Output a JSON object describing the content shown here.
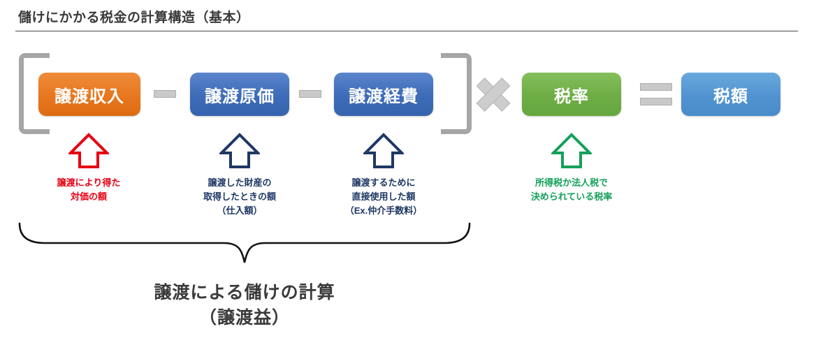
{
  "header": {
    "title": "儲けにかかる税金の計算構造（基本）"
  },
  "colors": {
    "orange": "#e8781f",
    "navy_blue": "#3e6cb8",
    "green": "#6fae46",
    "light_blue": "#5294d2",
    "gray_operator": "#c9c9c9",
    "bracket_gray": "#a6a6a6",
    "red_text": "#e60012",
    "navy_text": "#1f3864",
    "green_text": "#14a05a",
    "dark_text": "#3a3a3a"
  },
  "formula": {
    "boxes": [
      {
        "label": "譲渡収入",
        "color_key": "orange"
      },
      {
        "label": "譲渡原価",
        "color_key": "navy_blue"
      },
      {
        "label": "譲渡経費",
        "color_key": "navy_blue"
      },
      {
        "label": "税率",
        "color_key": "green"
      },
      {
        "label": "税額",
        "color_key": "light_blue"
      }
    ],
    "operators": {
      "minus1": "−",
      "minus2": "−",
      "times": "×",
      "equals": "="
    }
  },
  "annotations": [
    {
      "arrow": "up-arrow-red",
      "color": "#e60012",
      "text": "譲渡により得た\n対価の額"
    },
    {
      "arrow": "up-arrow-navy",
      "color": "#1f3864",
      "text": "譲渡した財産の\n取得したときの額\n（仕入額）"
    },
    {
      "arrow": "up-arrow-navy",
      "color": "#1f3864",
      "text": "譲渡するために\n直接使用した額\n（Ex.仲介手数料）"
    },
    {
      "arrow": "up-arrow-green",
      "color": "#14a05a",
      "text": "所得税か法人税で\n決められている税率"
    }
  ],
  "summary": {
    "text": "譲渡による儲けの計算\n（譲渡益）"
  }
}
